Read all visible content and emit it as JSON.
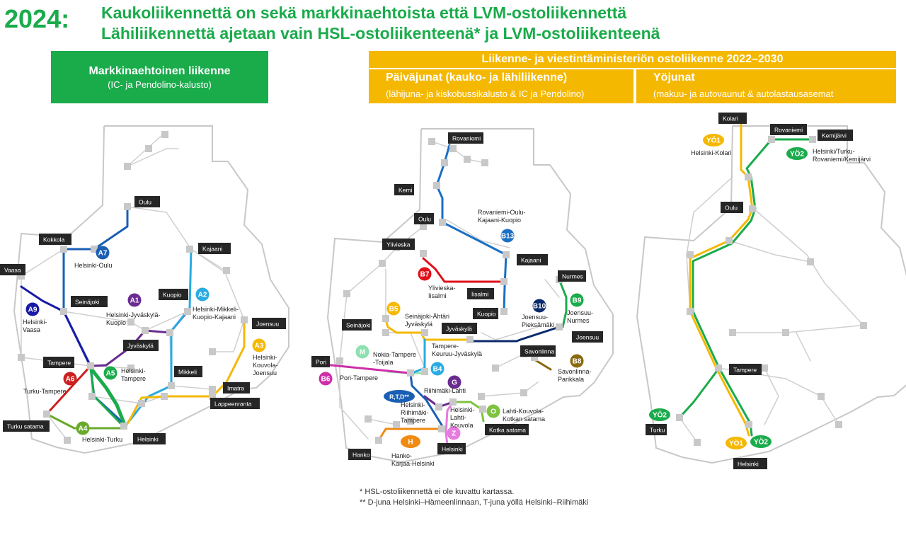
{
  "header": {
    "year": "2024:",
    "line1": "Kaukoliikennettä on sekä markkinaehtoista että LVM-ostoliikennettä",
    "line2": "Lähiliikennettä ajetaan vain HSL-ostoliikenteenä* ja LVM-ostoliikenteenä"
  },
  "panels": {
    "market": {
      "title": "Markkinaehtoinen liikenne",
      "subtitle": "(IC- ja Pendolino-kalusto)"
    },
    "lvm": {
      "title": "Liikenne- ja viestintäministeriön ostoliikenne 2022–2030",
      "day_title": "Päiväjunat (kauko- ja lähiliikenne)",
      "day_subtitle": "(lähijuna- ja kiskobussikalusto & IC ja Pendolino)",
      "night_title": "Yöjunat",
      "night_subtitle": "(makuu- ja autovaunut & autolastausasemat"
    }
  },
  "colors": {
    "green": "#1aab4b",
    "yellow": "#f5b800",
    "station": "#c8c8c8",
    "network": "#cfcfcf",
    "outline": "#c8c8c8",
    "label_bg": "#262626"
  },
  "map1": {
    "stations": [
      "Oulu",
      "Kokkola",
      "Kajaani",
      "Vaasa",
      "Seinäjoki",
      "Kuopio",
      "Joensuu",
      "Jyväskylä",
      "Tampere",
      "Mikkeli",
      "Imatra",
      "Lappeenranta",
      "Turku satama",
      "Helsinki"
    ],
    "routes": [
      {
        "id": "A7",
        "name": "Helsinki-Oulu",
        "color": "#1a5fb4"
      },
      {
        "id": "A1",
        "name": "Helsinki-Jyväskylä-Kuopio",
        "color": "#6a2c91"
      },
      {
        "id": "A2",
        "name": "Helsinki-Mikkeli-Kuopio-Kajaani",
        "color": "#29abe2"
      },
      {
        "id": "A9",
        "name": "Helsinki-Vaasa",
        "color": "#1a1aa8"
      },
      {
        "id": "A3",
        "name": "Helsinki-Kouvola-Joensuu",
        "color": "#f5b800"
      },
      {
        "id": "A6",
        "name": "Turku-Tampere",
        "color": "#cc1f1f"
      },
      {
        "id": "A5",
        "name": "Helsinki-Tampere",
        "color": "#1aab4b"
      },
      {
        "id": "A4",
        "name": "Helsinki-Turku",
        "color": "#6aaa2a"
      }
    ]
  },
  "map2": {
    "stations": [
      "Rovaniemi",
      "Kemi",
      "Oulu",
      "Ylivieska",
      "Kajaani",
      "Iisalmi",
      "Nurmes",
      "Kuopio",
      "Seinäjoki",
      "Jyväskylä",
      "Joensuu",
      "Savonlinna",
      "Pori",
      "Hanko",
      "Helsinki",
      "Kotka satama"
    ],
    "routes": [
      {
        "id": "B13",
        "name": "Rovaniemi-Oulu-Kajaani-Kuopio",
        "color": "#1a6fc4"
      },
      {
        "id": "B7",
        "name": "Ylivieska-Iisalmi",
        "color": "#e0101a"
      },
      {
        "id": "B5",
        "name": "Seinäjoki-Ähtäri Jyväskylä",
        "color": "#f5b800"
      },
      {
        "id": "B10",
        "name": "Joensuu-Pieksämäki",
        "color": "#0b2a6b"
      },
      {
        "id": "B9",
        "name": "Joensuu-Nurmes",
        "color": "#1aab4b"
      },
      {
        "id": "M",
        "name": "Nokia-Tampere -Toijala",
        "color": "#8fe0b0"
      },
      {
        "id": "B4",
        "name": "Tampere-Keuruu-Jyväskylä",
        "color": "#29abe2"
      },
      {
        "id": "B8",
        "name": "Savonlinna-Parikkala",
        "color": "#8a6a10"
      },
      {
        "id": "B6",
        "name": "Pori-Tampere",
        "color": "#cc2fa8"
      },
      {
        "id": "G",
        "name": "Riihimäki-Lahti",
        "color": "#6a2c91"
      },
      {
        "id": "R,T,D**",
        "name": "Helsinki-Riihimäki-Tampere",
        "color": "#1a5fb4"
      },
      {
        "id": "Z",
        "name": "Helsinki-Lahti-Kouvola",
        "color": "#e67be0"
      },
      {
        "id": "O",
        "name": "Lahti-Kouvola-Kotkan satama",
        "color": "#7fc241"
      },
      {
        "id": "H",
        "name": "Hanko-Karjaa-Helsinki",
        "color": "#f08a10"
      }
    ]
  },
  "map3": {
    "stations": [
      "Kolari",
      "Rovaniemi",
      "Kemijärvi",
      "Oulu",
      "Tampere",
      "Turku",
      "Helsinki"
    ],
    "routes": [
      {
        "id": "YÖ1",
        "name": "Helsinki-Kolari",
        "color": "#f5b800"
      },
      {
        "id": "YÖ2",
        "name": "Helsinki/Turku-Rovaniemi/Kemijärvi",
        "color": "#1aab4b"
      }
    ]
  },
  "footnotes": {
    "f1": "* HSL-ostoliikennettä ei ole kuvattu kartassa.",
    "f2": "** D-juna Helsinki–Hämeenlinnaan, T-juna yöllä Helsinki–Riihimäki"
  }
}
